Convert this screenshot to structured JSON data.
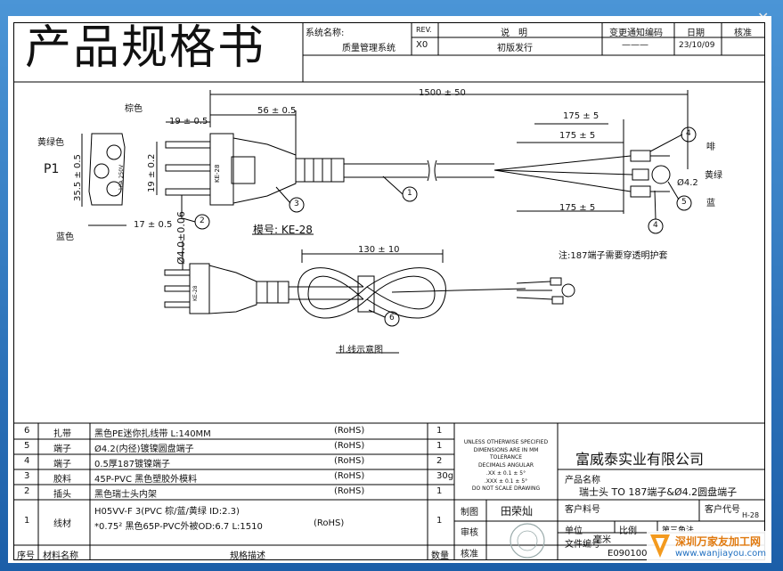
{
  "window": {
    "close_glyph": "✕"
  },
  "title": "产品规格书",
  "header": {
    "system_label": "系统名称:",
    "system_value": "质量管理系统",
    "rev_label": "REV.",
    "rev_value": "X0",
    "desc_label": "说　明",
    "desc_value": "初版发行",
    "ecn_label": "变更通知编码",
    "ecn_value": "———",
    "date_label": "日期",
    "date_value": "23/10/09",
    "approve_label": "核准"
  },
  "drawing": {
    "total_length": "1500 ± 50",
    "dim_19_top": "19 ± 0.5",
    "dim_56": "56 ± 0.5",
    "dim_19_side": "19 ± 0.2",
    "dim_35": "35.5 ± 0.5",
    "dim_17": "17 ± 0.5",
    "dim_pin": "Ø4.0±0.06",
    "label_p1": "P1",
    "label_brown": "棕色",
    "label_yellow_green": "黄绿色",
    "label_blue": "蓝色",
    "face_text": "10A 250V",
    "plug_text": "KE-28",
    "model_label": "模号: KE-28",
    "strip_175_a": "175 ± 5",
    "strip_175_b": "175 ± 5",
    "strip_175_c": "175 ± 5",
    "wire_brown": "啡",
    "wire_yg": "黄绿",
    "wire_blue": "蓝",
    "ring_dia": "Ø4.2",
    "note": "注:187端子需要穿透明护套",
    "coil_length": "130 ± 10",
    "bundle_caption": "扎线示意图",
    "callout_1": "1",
    "callout_2": "2",
    "callout_3": "3",
    "callout_4a": "4",
    "callout_4b": "4",
    "callout_5": "5",
    "callout_6": "6"
  },
  "bom": {
    "headers": {
      "seq": "序号",
      "name": "材料名称",
      "spec": "规格描述",
      "qty": "数量"
    },
    "rows": [
      {
        "seq": "6",
        "name": "扎带",
        "spec": "黑色PE迷你扎线带  L:140MM",
        "rohs": "(RoHS)",
        "qty": "1"
      },
      {
        "seq": "5",
        "name": "端子",
        "spec": "Ø4.2(内径)镀镍圆盘端子",
        "rohs": "(RoHS)",
        "qty": "1"
      },
      {
        "seq": "4",
        "name": "端子",
        "spec": "0.5厚187镀镍端子",
        "rohs": "(RoHS)",
        "qty": "2"
      },
      {
        "seq": "3",
        "name": "胶料",
        "spec": "45P-PVC 黑色塑胶外模料",
        "rohs": "(RoHS)",
        "qty": "30g"
      },
      {
        "seq": "2",
        "name": "插头",
        "spec": "黑色瑞士头内架",
        "rohs": "(RoHS)",
        "qty": "1"
      },
      {
        "seq": "1",
        "name": "线材",
        "spec": "H05VV-F 3(PVC 棕/蓝/黄绿 ID:2.3)",
        "spec2": "*0.75² 黑色65P-PVC外被OD:6.7 L:1510",
        "rohs": "(RoHS)",
        "qty": "1"
      }
    ]
  },
  "tolerance": {
    "lines": [
      "UNLESS OTHERWISE SPECIFIED",
      "DIMENSIONS ARE IN MM",
      "TOLERANCE",
      "DECIMALS  ANGULAR",
      ".XX ± 0.1   ± 5°",
      ".XXX ± 0.1   ± 5°",
      "DO NOT SCALE DRAWING"
    ]
  },
  "signoff": {
    "draw_label": "制图",
    "draw_value": "田荣灿",
    "review_label": "审核",
    "approve_label": "核准"
  },
  "titleblock": {
    "company": "富威泰实业有限公司",
    "product_label": "产品名称",
    "product_value": "瑞士头 TO 187端子&Ø4.2圆盘端子",
    "customer_pn_label": "客户料号",
    "customer_code_label": "客户代号",
    "customer_code_value": "H-28",
    "unit_label": "单位",
    "unit_value": "毫米",
    "scale_label": "比例",
    "angle_label": "第三角法",
    "file_label": "文件编号",
    "file_value": "E090100"
  },
  "watermark": {
    "line1": "深圳万家友加工网",
    "line2": "www.wanjiayou.com"
  }
}
